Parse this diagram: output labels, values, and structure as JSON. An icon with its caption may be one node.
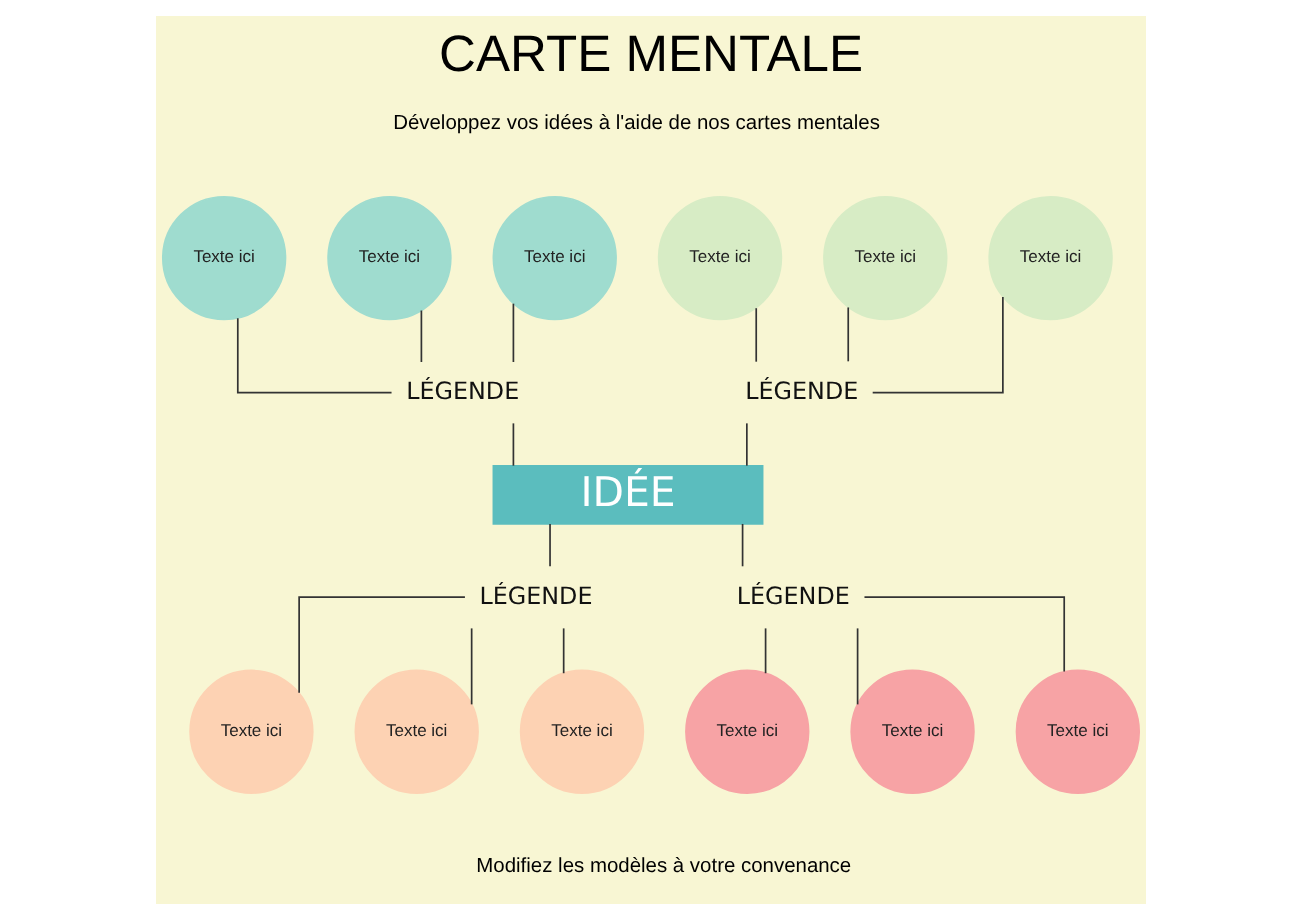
{
  "diagram": {
    "title": "CARTE MENTALE",
    "nodes": [
      {
        "text": [
          "Texte ici"
        ]
      },
      {
        "text": [
          "Texte ici"
        ]
      },
      {
        "text": [
          "Texte ici"
        ]
      },
      {
        "text": [
          "Texte ici"
        ]
      },
      {
        "text": [
          "Texte ici"
        ]
      },
      {
        "text": [
          "Texte ici"
        ]
      },
      {
        "text": [
          "LÉGENDE"
        ]
      },
      {
        "text": [
          "LÉGENDE"
        ]
      },
      {
        "text": [
          "IDÉE"
        ]
      },
      {
        "text": [
          "LÉGENDE"
        ]
      },
      {
        "text": [
          "LÉGENDE"
        ]
      },
      {
        "text": [
          "Texte ici"
        ]
      },
      {
        "text": [
          "Texte ici"
        ]
      },
      {
        "text": [
          "Texte ici"
        ]
      },
      {
        "text": [
          "Texte ici"
        ]
      },
      {
        "text": [
          "Texte ici"
        ]
      },
      {
        "text": [
          "Texte ici"
        ]
      }
    ],
    "edges": [
      {
        "from": 0,
        "to": 6,
        "arrow": "none"
      },
      {
        "from": 1,
        "to": 6,
        "arrow": "none"
      },
      {
        "from": 2,
        "to": 6,
        "arrow": "none"
      },
      {
        "from": 3,
        "to": 7,
        "arrow": "none"
      },
      {
        "from": 4,
        "to": 7,
        "arrow": "none"
      },
      {
        "from": 5,
        "to": 7,
        "arrow": "none"
      },
      {
        "from": 6,
        "to": 8,
        "arrow": "none"
      },
      {
        "from": 7,
        "to": 8,
        "arrow": "none"
      },
      {
        "from": 8,
        "to": 9,
        "arrow": "none"
      },
      {
        "from": 8,
        "to": 10,
        "arrow": "none"
      },
      {
        "from": 9,
        "to": 11,
        "arrow": "none"
      },
      {
        "from": 9,
        "to": 12,
        "arrow": "none"
      },
      {
        "from": 9,
        "to": 13,
        "arrow": "none"
      },
      {
        "from": 10,
        "to": 14,
        "arrow": "none"
      },
      {
        "from": 10,
        "to": 15,
        "arrow": "none"
      },
      {
        "from": 10,
        "to": 16,
        "arrow": "none"
      }
    ],
    "labels": [
      "Développez vos idées à l'aide de nos cartes mentales",
      "Modifiez les modèles à votre convenance"
    ]
  }
}
